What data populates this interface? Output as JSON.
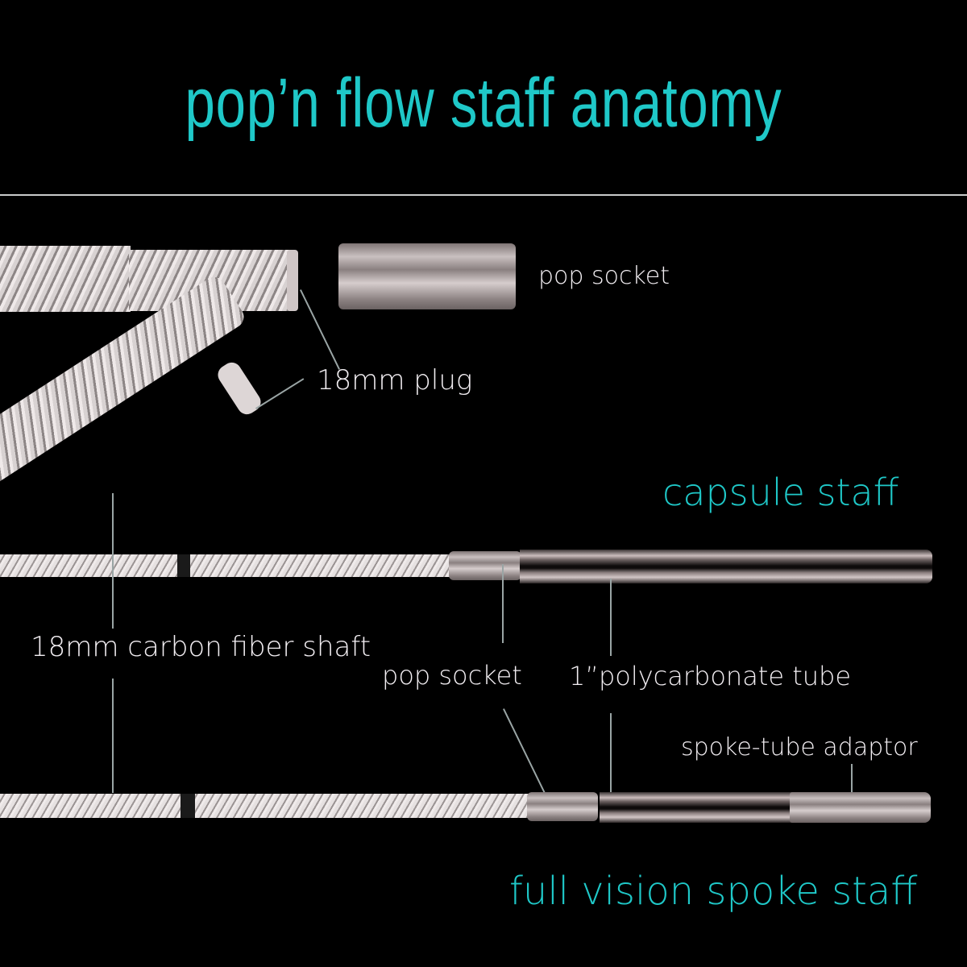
{
  "title": "pop’n flow staff anatomy",
  "accent_color": "#1fc8c8",
  "label_color": "#f2eef2",
  "leader_color": "#9aa5a5",
  "headings": {
    "capsule_staff": "capsule staff",
    "full_vision_spoke_staff": "full vision spoke staff"
  },
  "labels": {
    "pop_socket_top": "pop socket",
    "plug": "18mm plug",
    "shaft": "18mm carbon fiber shaft",
    "pop_socket_middle": "pop socket",
    "polycarbonate_tube": "1”polycarbonate tube",
    "spoke_tube_adaptor": "spoke-tube adaptor"
  }
}
